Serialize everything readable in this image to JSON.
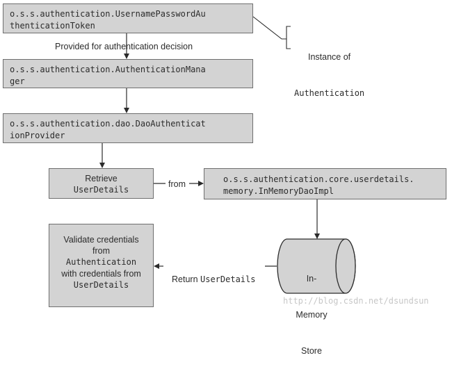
{
  "boxes": {
    "token": {
      "line1": "o.s.s.authentication.UsernamePasswordAu",
      "line2": "thenticationToken"
    },
    "manager": {
      "line1": "o.s.s.authentication.AuthenticationMana",
      "line2": "ger"
    },
    "provider": {
      "line1": "o.s.s.authentication.dao.DaoAuthenticat",
      "line2": "ionProvider"
    },
    "retrieve": {
      "line1": "Retrieve",
      "line2": "UserDetails"
    },
    "memory_dao": {
      "line1": "o.s.s.authentication.core.userdetails.",
      "line2": "memory.InMemoryDaoImpl"
    },
    "validate": {
      "line1": "Validate credentials",
      "line2": "from",
      "line3": "Authentication",
      "line4": "with credentials from",
      "line5": "UserDetails"
    }
  },
  "store": {
    "line1": "In-",
    "line2": "Memory",
    "line3": "Store"
  },
  "callout": {
    "line1": "Instance of",
    "line2": "Authentication"
  },
  "edges": {
    "provided": "Provided for authentication decision",
    "from": "from",
    "return_prefix": "Return ",
    "return_mono": "UserDetails"
  },
  "watermark": "http://blog.csdn.net/dsundsun"
}
